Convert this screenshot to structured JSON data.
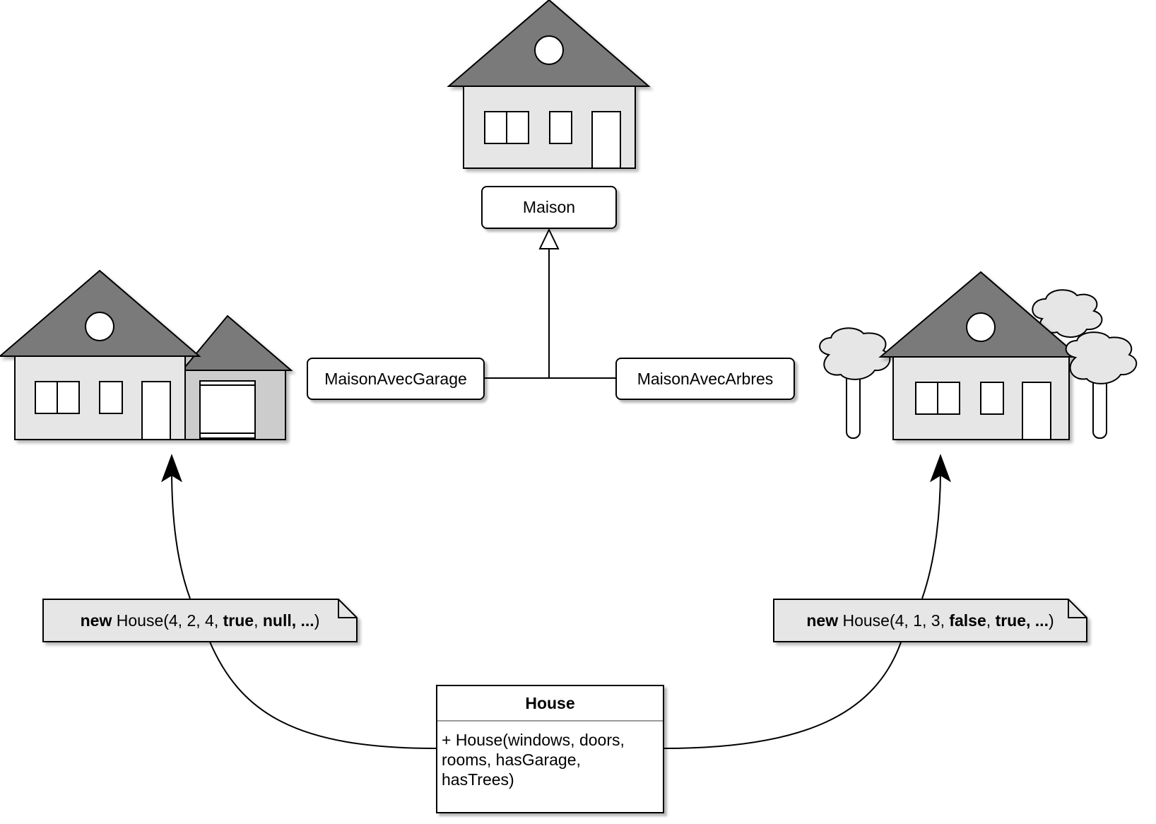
{
  "classes": {
    "maison": "Maison",
    "garage": "MaisonAvecGarage",
    "arbres": "MaisonAvecArbres"
  },
  "notes": {
    "left": [
      "new",
      " House(4, 2, 4, ",
      "true",
      ", ",
      "null, ...",
      ")"
    ],
    "right": [
      "new",
      " House(4, 1, 3, ",
      "false",
      ", ",
      "true, ...",
      ")"
    ]
  },
  "house_class": {
    "name": "House",
    "constructor": "+ House(windows, doors,\nrooms, hasGarage,\nhasTrees)"
  },
  "colors": {
    "roof": "#7a7a7a",
    "wall": "#e6e6e6",
    "garage_wall": "#cccccc",
    "tree": "#e6e6e6",
    "note": "#e6e6e6"
  }
}
